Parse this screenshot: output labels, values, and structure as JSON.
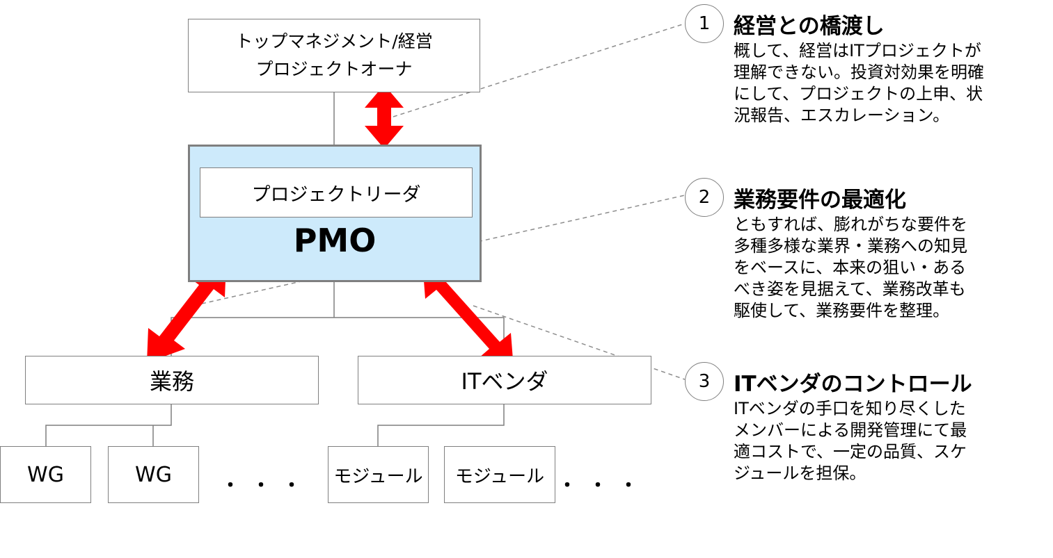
{
  "org": {
    "top_line1": "トップマネジメント/経営",
    "top_line2": "プロジェクトオーナ",
    "leader": "プロジェクトリーダ",
    "pmo": "PMO",
    "business": "業務",
    "it_vendor": "ITベンダ",
    "wg1": "WG",
    "wg2": "WG",
    "module1": "モジュール",
    "module2": "モジュール",
    "dots": "・・・"
  },
  "notes": [
    {
      "number": "1",
      "title": "経営との橋渡し",
      "lines": [
        "概して、経営はITプロジェクトが",
        "理解できない。投資対効果を明確",
        "にして、プロジェクトの上申、状",
        "況報告、エスカレーション。"
      ]
    },
    {
      "number": "2",
      "title": "業務要件の最適化",
      "lines": [
        "ともすれば、膨れがちな要件を",
        "多種多様な業界・業務への知見",
        "をベースに、本来の狙い・ある",
        "べき姿を見据えて、業務改革も",
        "駆使して、業務要件を整理。"
      ]
    },
    {
      "number": "3",
      "title": "ITベンダのコントロール",
      "lines": [
        "ITベンダの手口を知り尽くした",
        "メンバーによる開発管理にて最",
        "適コストで、一定の品質、スケ",
        "ジュールを担保。"
      ]
    }
  ],
  "colors": {
    "arrow": "#ff0000",
    "pmo_fill": "#cdeafb",
    "border": "#7f7f7f"
  }
}
